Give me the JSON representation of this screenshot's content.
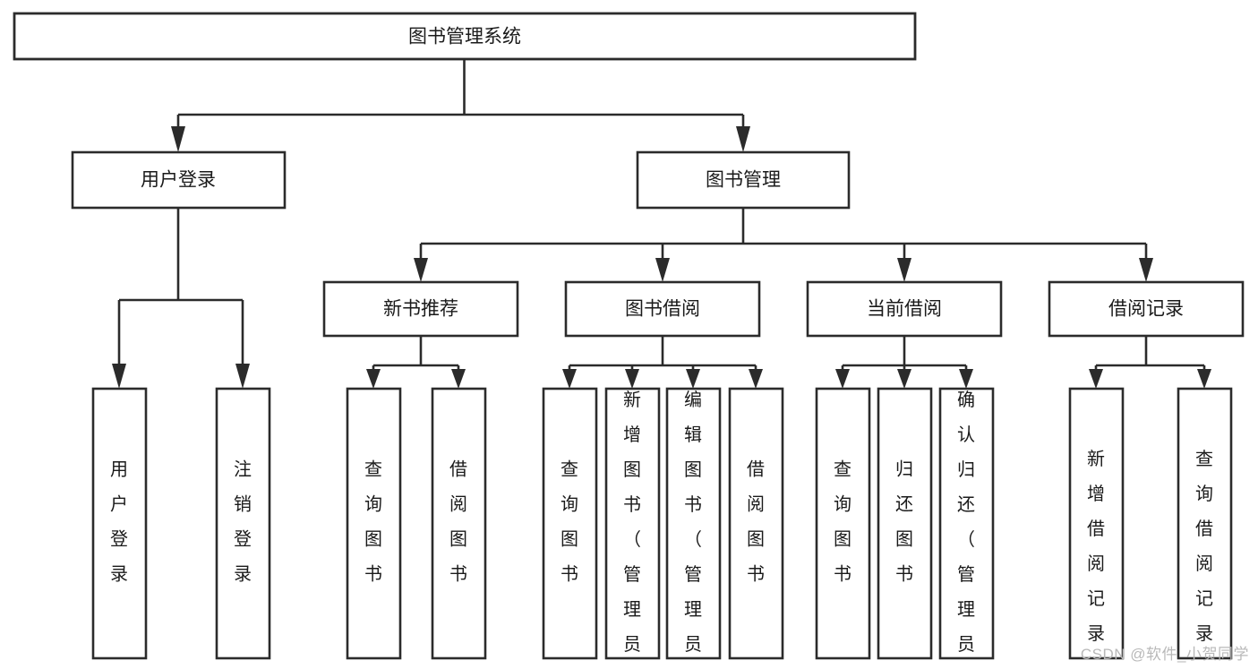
{
  "diagram": {
    "type": "tree-hierarchy-chart",
    "title": "图书管理系统",
    "orientation": "top-down",
    "watermark": "CSDN @软件_小贺同学",
    "levels": [
      {
        "level": 1,
        "nodes": [
          {
            "id": "root",
            "label": "图书管理系统",
            "orientation": "horizontal"
          }
        ]
      },
      {
        "level": 2,
        "nodes": [
          {
            "id": "user-login",
            "label": "用户登录",
            "orientation": "horizontal"
          },
          {
            "id": "book-manage",
            "label": "图书管理",
            "orientation": "horizontal"
          }
        ]
      },
      {
        "level": 3,
        "nodes": [
          {
            "id": "new-book-recommend",
            "label": "新书推荐",
            "orientation": "horizontal"
          },
          {
            "id": "book-borrow",
            "label": "图书借阅",
            "orientation": "horizontal"
          },
          {
            "id": "current-borrow",
            "label": "当前借阅",
            "orientation": "horizontal"
          },
          {
            "id": "borrow-record",
            "label": "借阅记录",
            "orientation": "horizontal"
          }
        ]
      },
      {
        "level": 4,
        "nodes": [
          {
            "id": "leaf-user-login",
            "label": "用户登录",
            "orientation": "vertical",
            "parent": "user-login"
          },
          {
            "id": "leaf-logout",
            "label": "注销登录",
            "orientation": "vertical",
            "parent": "user-login"
          },
          {
            "id": "leaf-query-book-1",
            "label": "查询图书",
            "orientation": "vertical",
            "parent": "new-book-recommend"
          },
          {
            "id": "leaf-borrow-book-1",
            "label": "借阅图书",
            "orientation": "vertical",
            "parent": "new-book-recommend"
          },
          {
            "id": "leaf-query-book-2",
            "label": "查询图书",
            "orientation": "vertical",
            "parent": "book-borrow"
          },
          {
            "id": "leaf-add-book",
            "label": "新增图书（管理员）",
            "orientation": "vertical",
            "parent": "book-borrow"
          },
          {
            "id": "leaf-edit-book",
            "label": "编辑图书（管理员）",
            "orientation": "vertical",
            "parent": "book-borrow"
          },
          {
            "id": "leaf-borrow-book-2",
            "label": "借阅图书",
            "orientation": "vertical",
            "parent": "book-borrow"
          },
          {
            "id": "leaf-query-book-3",
            "label": "查询图书",
            "orientation": "vertical",
            "parent": "current-borrow"
          },
          {
            "id": "leaf-return-book",
            "label": "归还图书",
            "orientation": "vertical",
            "parent": "current-borrow"
          },
          {
            "id": "leaf-confirm-return",
            "label": "确认归还（管理员）",
            "orientation": "vertical",
            "parent": "current-borrow"
          },
          {
            "id": "leaf-add-record",
            "label": "新增借阅记录",
            "orientation": "vertical",
            "parent": "borrow-record"
          },
          {
            "id": "leaf-query-record",
            "label": "查询借阅记录",
            "orientation": "vertical",
            "parent": "borrow-record"
          }
        ]
      }
    ],
    "colors": {
      "box_stroke": "#2b2b2b",
      "box_fill": "#ffffff",
      "text": "#1a1a1a",
      "connector": "#2b2b2b",
      "watermark": "#b9b9b9",
      "background": "#ffffff"
    }
  }
}
